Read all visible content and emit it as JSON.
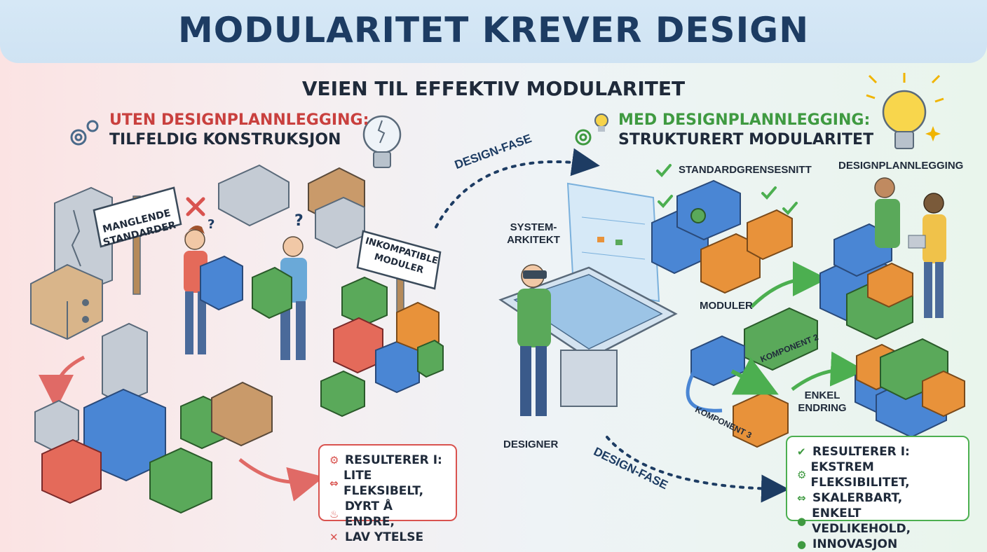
{
  "title": "MODULARITET KREVER DESIGN",
  "subtitle": "VEIEN TIL EFFEKTIV MODULARITET",
  "left": {
    "heading": "UTEN DESIGNPLANNLEGGING:",
    "subheading": "TILFELDIG KONSTRUKSJON",
    "sign_standards": "MANGLENDE STANDARDER",
    "sign_incompatible": "INKOMPATIBLE MODULER",
    "result": {
      "title": "RESULTERER I:",
      "items": [
        "LITE FLEKSIBELT,",
        "DYRT Å ENDRE,",
        "LAV YTELSE"
      ]
    }
  },
  "middle": {
    "arrow_top": "DESIGN-FASE",
    "arrow_bottom": "DESIGN-FASE",
    "system_architect": "SYSTEM-\nARKITEKT",
    "designer": "DESIGNER"
  },
  "right": {
    "heading": "MED DESIGNPLANNLEGGING:",
    "subheading": "STRUKTURERT MODULARITET",
    "standard_interface": "STANDARDGRENSESNITT",
    "design_planning": "DESIGNPLANNLEGGING",
    "modules": "MODULER",
    "component_2": "KOMPONENT 2",
    "component_3": "KOMPONENT 3",
    "simple_change": "ENKEL\nENDRING",
    "result": {
      "title": "RESULTERER I:",
      "items": [
        "EKSTREM FLEKSIBILITET,",
        "SKALERBART,",
        "ENKELT VEDLIKEHOLD,",
        "INNOVASJON"
      ]
    }
  },
  "colors": {
    "red": "#d9534f",
    "green": "#4caf50",
    "blue": "#4a86d4",
    "orange": "#e8923a",
    "navy": "#1d3c63"
  }
}
